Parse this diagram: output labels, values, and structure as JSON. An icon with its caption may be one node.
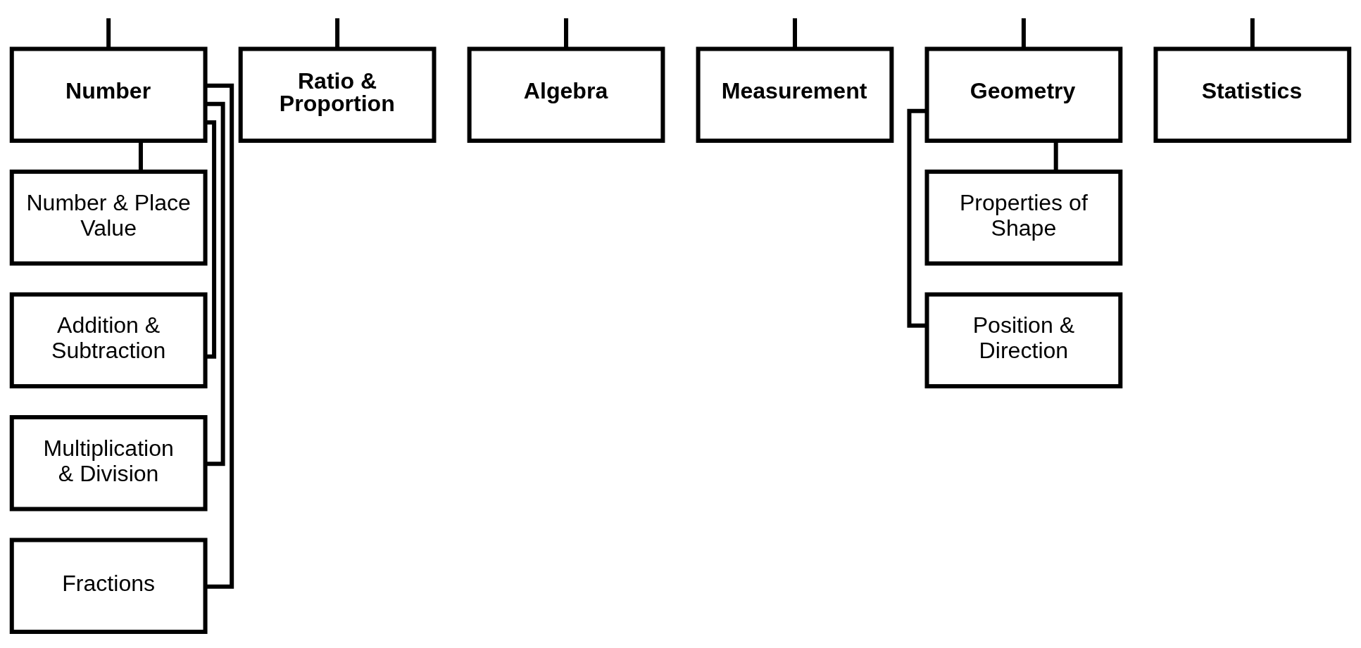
{
  "diagram": {
    "nodes": [
      {
        "text": [
          "Number"
        ]
      },
      {
        "text": [
          "Ratio & Proportion"
        ]
      },
      {
        "text": [
          "Algebra"
        ]
      },
      {
        "text": [
          "Measurement"
        ]
      },
      {
        "text": [
          "Geometry"
        ]
      },
      {
        "text": [
          "Statistics"
        ]
      },
      {
        "text": [
          "Number & Place Value"
        ]
      },
      {
        "text": [
          "Addition & Subtraction"
        ]
      },
      {
        "text": [
          "Multiplication & Division"
        ]
      },
      {
        "text": [
          "Fractions"
        ]
      },
      {
        "text": [
          "Properties of Shape"
        ]
      },
      {
        "text": [
          "Position & Direction"
        ]
      }
    ],
    "edges": [
      {
        "from": null,
        "to": 0,
        "arrow": "none"
      },
      {
        "from": null,
        "to": 1,
        "arrow": "none"
      },
      {
        "from": null,
        "to": 2,
        "arrow": "none"
      },
      {
        "from": null,
        "to": 3,
        "arrow": "none"
      },
      {
        "from": null,
        "to": 4,
        "arrow": "none"
      },
      {
        "from": null,
        "to": 5,
        "arrow": "none"
      },
      {
        "from": 0,
        "to": 6,
        "arrow": "none"
      },
      {
        "from": 0,
        "to": 7,
        "arrow": "none"
      },
      {
        "from": 0,
        "to": 8,
        "arrow": "none"
      },
      {
        "from": 0,
        "to": 9,
        "arrow": "none"
      },
      {
        "from": 4,
        "to": 10,
        "arrow": "none"
      },
      {
        "from": 4,
        "to": 11,
        "arrow": "none"
      }
    ]
  }
}
